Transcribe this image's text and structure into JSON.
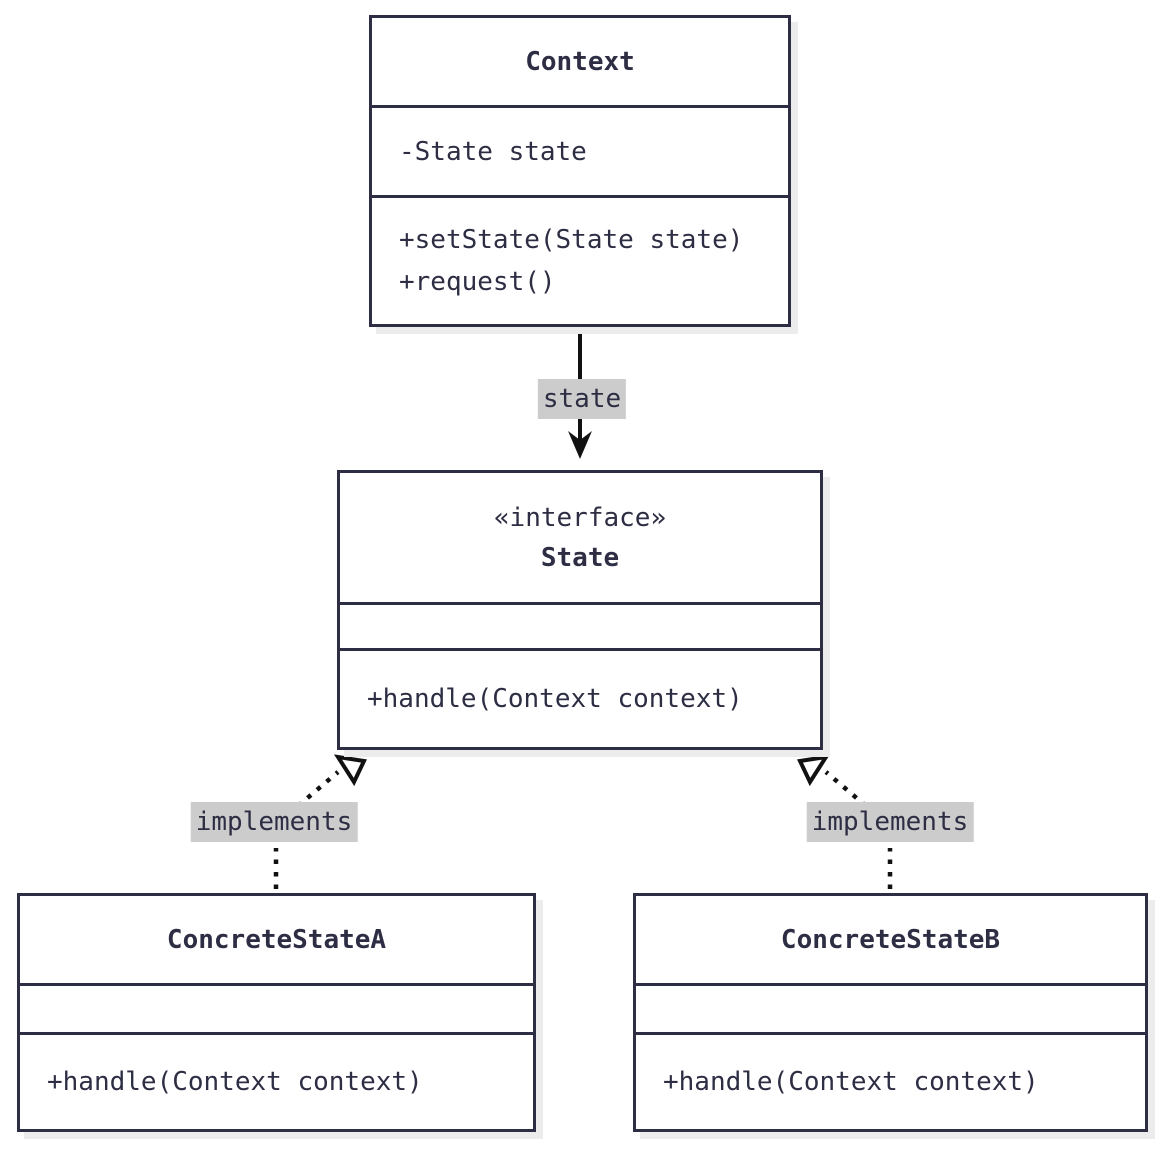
{
  "diagram": {
    "kind": "uml-class-diagram",
    "colors": {
      "stroke": "#2d2d44",
      "text": "#2d2d44",
      "node_fill": "#ffffff",
      "edge_label_bg": "#cccccc",
      "shadow": "#ececec",
      "background": "#ffffff"
    },
    "classes": [
      {
        "name": "Context",
        "stereotype": "",
        "attributes": [
          "-State state"
        ],
        "methods": [
          "+setState(State state)",
          "+request()"
        ]
      },
      {
        "name": "State",
        "stereotype": "«interface»",
        "attributes": [],
        "methods": [
          "+handle(Context context)"
        ]
      },
      {
        "name": "ConcreteStateA",
        "stereotype": "",
        "attributes": [],
        "methods": [
          "+handle(Context context)"
        ]
      },
      {
        "name": "ConcreteStateB",
        "stereotype": "",
        "attributes": [],
        "methods": [
          "+handle(Context context)"
        ]
      }
    ],
    "relationships": [
      {
        "from": "Context",
        "to": "State",
        "type": "association-arrow",
        "label": "state"
      },
      {
        "from": "ConcreteStateA",
        "to": "State",
        "type": "realization-dashed-hollow-triangle",
        "label": "implements"
      },
      {
        "from": "ConcreteStateB",
        "to": "State",
        "type": "realization-dashed-hollow-triangle",
        "label": "implements"
      }
    ]
  }
}
